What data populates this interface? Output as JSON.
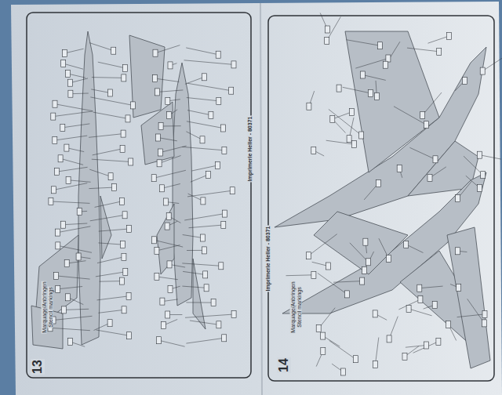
{
  "diagram": {
    "labels": [
      "13",
      "Marquage/Anbringen",
      "Stencil markings",
      "Imprimerie Heller - 80371",
      "Imprimerie Heller - 80371",
      "14",
      "Marquage/Anbringen",
      "Stencil markings"
    ]
  }
}
